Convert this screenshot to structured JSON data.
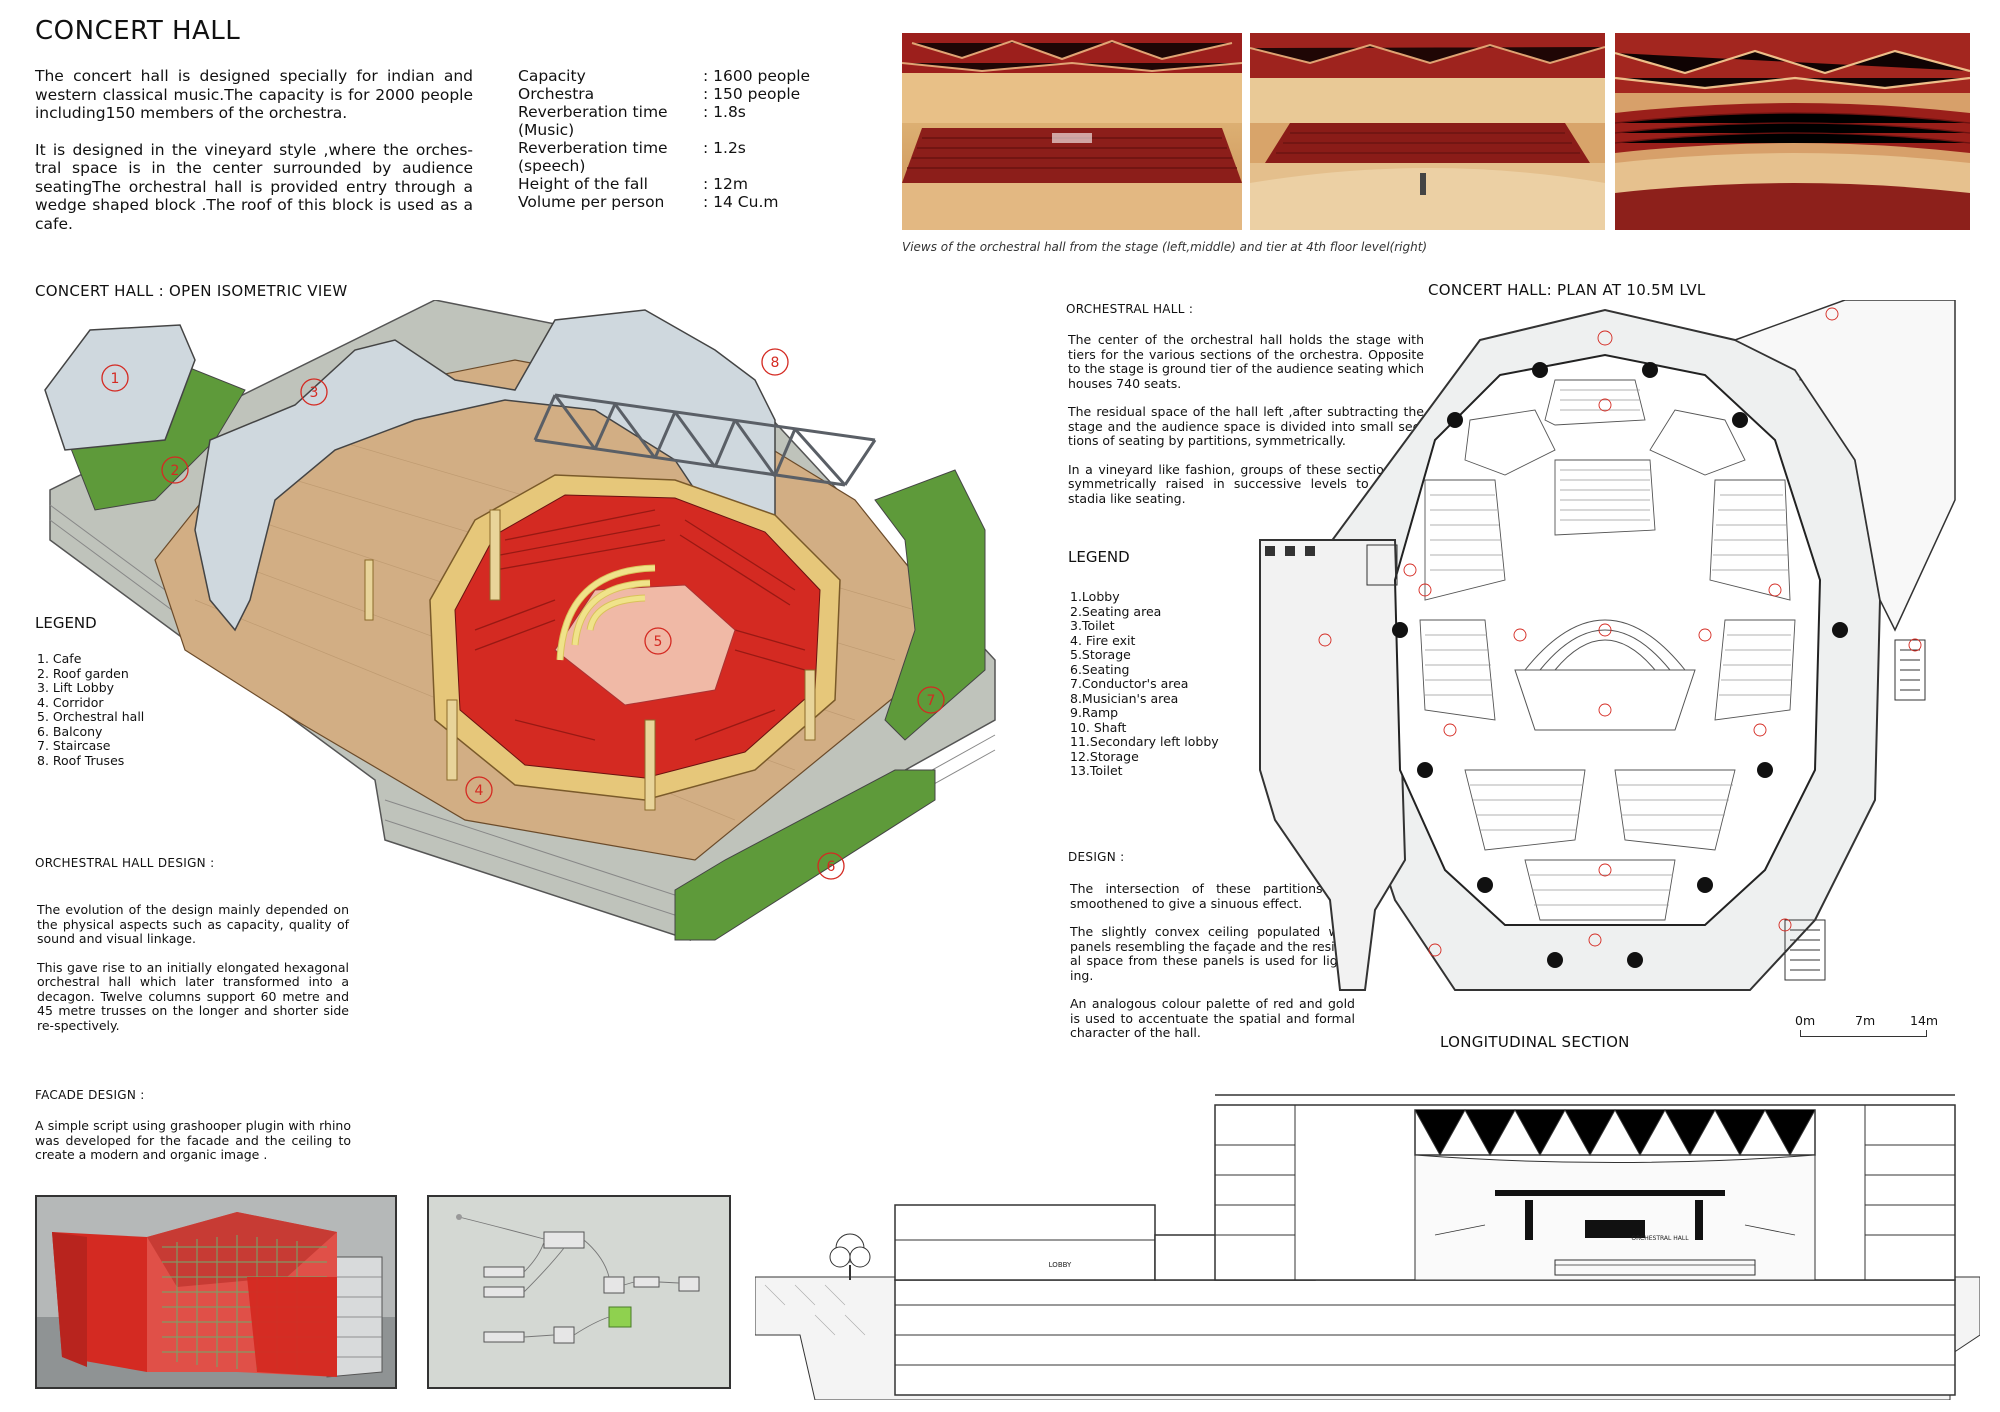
{
  "title": "CONCERT HALL",
  "intro": {
    "p1": "The concert hall is designed specially for indian and western classical music.The capacity is for 2000 people including150 members of the orchestra.",
    "p2": "It is designed in  the vineyard style ,where the orches-tral space is in the center surrounded by audience seatingThe orchestral hall is provided entry through a wedge shaped block .The roof of this block is used as a cafe."
  },
  "specs": [
    {
      "key": "Capacity",
      "value": ": 1600 people"
    },
    {
      "key": "Orchestra",
      "value": ": 150  people"
    },
    {
      "key": "Reverberation time (Music)",
      "value": ": 1.8s"
    },
    {
      "key": "Reverberation time (speech)",
      "value": ": 1.2s"
    },
    {
      "key": "Height of the fall",
      "value": ": 12m"
    },
    {
      "key": "Volume per person",
      "value": ": 14 Cu.m"
    }
  ],
  "photos_caption": "Views of the orchestral hall from the stage (left,middle) and tier at  4th floor level(right)",
  "isometric": {
    "heading": "CONCERT HALL  : OPEN ISOMETRIC VIEW",
    "markers": [
      "1",
      "2",
      "3",
      "4",
      "5",
      "6",
      "7",
      "8"
    ]
  },
  "legend_left": {
    "title": "LEGEND",
    "items": [
      "1.  Cafe",
      "2.  Roof garden",
      "3.  Lift Lobby",
      "4.  Corridor",
      "5.  Orchestral hall",
      "6.  Balcony",
      "7.  Staircase",
      "8.  Roof Truses"
    ]
  },
  "orchestral_design": {
    "heading": "ORCHESTRAL HALL DESIGN :",
    "p1": "The evolution of the design mainly depended on the physical aspects such as capacity, quality of sound and visual linkage.",
    "p2": "This gave rise to an initially elongated hexagonal orchestral hall which later transformed into a decagon. Twelve columns support 60 metre and 45 metre trusses on the longer and shorter side re-spectively."
  },
  "facade": {
    "heading": "FACADE DESIGN :",
    "p1": "A simple script using grashooper plugin with rhino was developed for the facade and the ceiling to create a modern and organic image ."
  },
  "orchestral_hall": {
    "heading": "ORCHESTRAL HALL :",
    "p1": "The center of the orchestral hall holds the stage with tiers for the various sections of the orchestra. Opposite to the stage is ground tier of the audience seating which houses 740 seats.",
    "p2": "The residual space of the hall left ,after subtracting the stage and the audience space is divided into small sec-tions of seating by partitions, symmetrically.",
    "p3": "In a vineyard like fashion, groups of these sections are symmetrically raised in successive levels to form a stadia like seating."
  },
  "legend_right": {
    "title": "LEGEND",
    "items": [
      "1.Lobby",
      "2.Seating area",
      "3.Toilet",
      "4. Fire exit",
      "5.Storage",
      "6.Seating",
      "7.Conductor's area",
      "8.Musician's area",
      "9.Ramp",
      "10. Shaft",
      "11.Secondary left lobby",
      "12.Storage",
      "13.Toilet"
    ]
  },
  "design": {
    "heading": "DESIGN :",
    "p1": "The intersection of these partitions are smoothened to give a sinuous effect.",
    "p2": "The slightly convex ceiling populated with panels resembling the façade and the residu-al space from these panels is used for light-ing.",
    "p3": "An analogous colour palette of red and gold is used to accentuate the spatial and formal character of the hall."
  },
  "plan": {
    "heading": "CONCERT HALL: PLAN AT 10.5M LVL",
    "scale_labels": [
      "0m",
      "7m",
      "14m"
    ]
  },
  "section": {
    "heading": "LONGITUDINAL SECTION",
    "lobby_label": "LOBBY",
    "hall_label": "ORCHESTRAL HALL"
  },
  "colors": {
    "red": "#d42a22",
    "gold": "#e6c77a",
    "wood": "#d2ae84",
    "grass": "#5e9a3a",
    "roof": "#cfd8de"
  }
}
